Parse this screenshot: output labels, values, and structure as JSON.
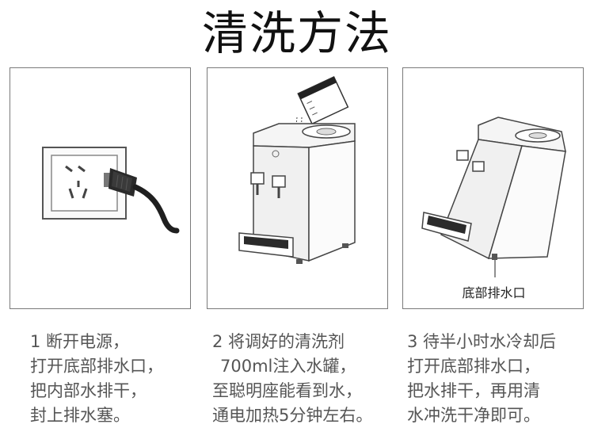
{
  "title": "清洗方法",
  "panel3_label": "底部排水口",
  "steps": [
    {
      "lines": [
        "1 断开电源，",
        "打开底部排水口，",
        "把内部水排干，",
        "封上排水塞。"
      ]
    },
    {
      "lines": [
        "2 将调好的清洗剂",
        "700ml注入水罐，",
        "至聪明座能看到水，",
        "通电加热5分钟左右。"
      ]
    },
    {
      "lines": [
        "3 待半小时水冷却后",
        "打开底部排水口，",
        "把水排干，再用清",
        "水冲洗干净即可。"
      ]
    }
  ]
}
